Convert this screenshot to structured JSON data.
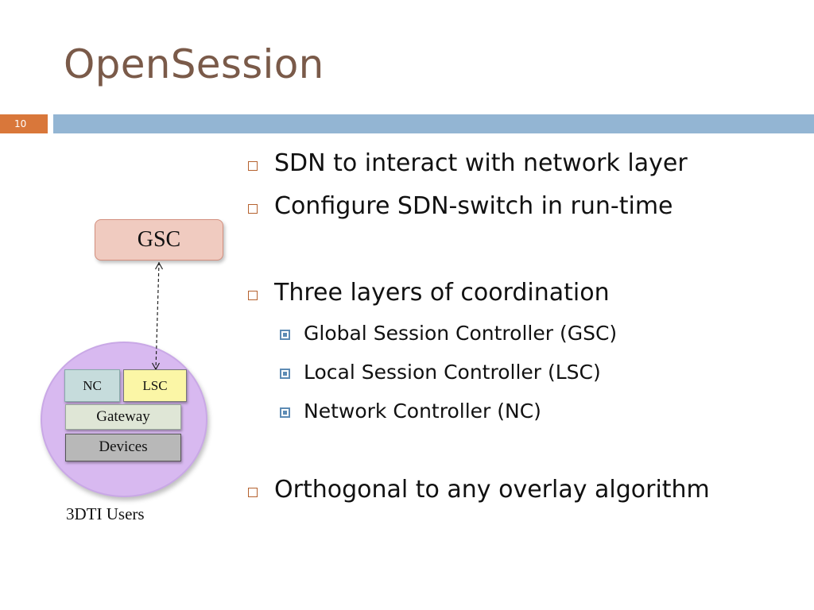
{
  "slide": {
    "title": "OpenSession",
    "number": "10"
  },
  "bullets": [
    {
      "text": "SDN to interact with network layer",
      "level": 1
    },
    {
      "text": "Configure SDN-switch in run-time",
      "level": 1
    },
    {
      "text": "Three layers of coordination",
      "level": 1
    },
    {
      "text": "Global Session Controller (GSC)",
      "level": 2
    },
    {
      "text": "Local Session Controller (LSC)",
      "level": 2
    },
    {
      "text": "Network Controller (NC)",
      "level": 2
    },
    {
      "text": "Orthogonal to any overlay algorithm",
      "level": 1
    }
  ],
  "diagram": {
    "gsc": "GSC",
    "nc": "NC",
    "lsc": "LSC",
    "gateway": "Gateway",
    "devices": "Devices",
    "caption": "3DTI Users"
  },
  "colors": {
    "title": "#7a5a49",
    "number_bar": "#d9773a",
    "header_bar": "#93b5d3",
    "gsc_fill": "#f0cbc0",
    "circle_fill": "#d8b9f0",
    "nc_fill": "#c6dcdc",
    "lsc_fill": "#fbf6a6",
    "gateway_fill": "#dfe6d6",
    "devices_fill": "#b8b8b8"
  }
}
